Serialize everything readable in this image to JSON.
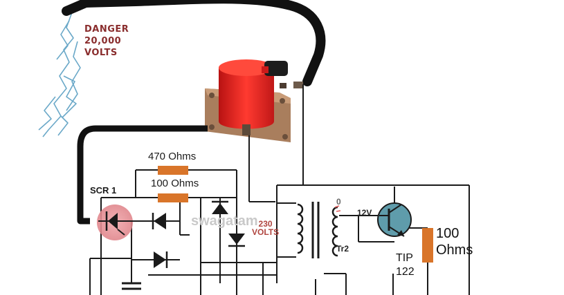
{
  "labels": {
    "danger_line1": "DANGER",
    "danger_line2": "20,000",
    "danger_line3": "VOLTS",
    "r1": "470 Ohms",
    "r2": "100 Ohms",
    "scr": "SCR 1",
    "supply_line1": "230",
    "supply_line2": "VOLTS",
    "transformer": "Tr2",
    "voltage_12": "12V",
    "transistor_line1": "TIP",
    "transistor_line2": "122",
    "base_res_line1": "100",
    "base_res_line2": "Ohms",
    "tap": "0",
    "watermark": "swagatam"
  },
  "colors": {
    "wire": "#1a1a1a",
    "hv_cable": "#111111",
    "coil_red": "#e52222",
    "coil_bracket": "#a97e5d",
    "resistor": "#d9752a",
    "transistor": "#5f9cab",
    "scr_glow": "#e69a9e",
    "danger_text": "#8a2d2d",
    "spark": "#6aa8c8"
  }
}
